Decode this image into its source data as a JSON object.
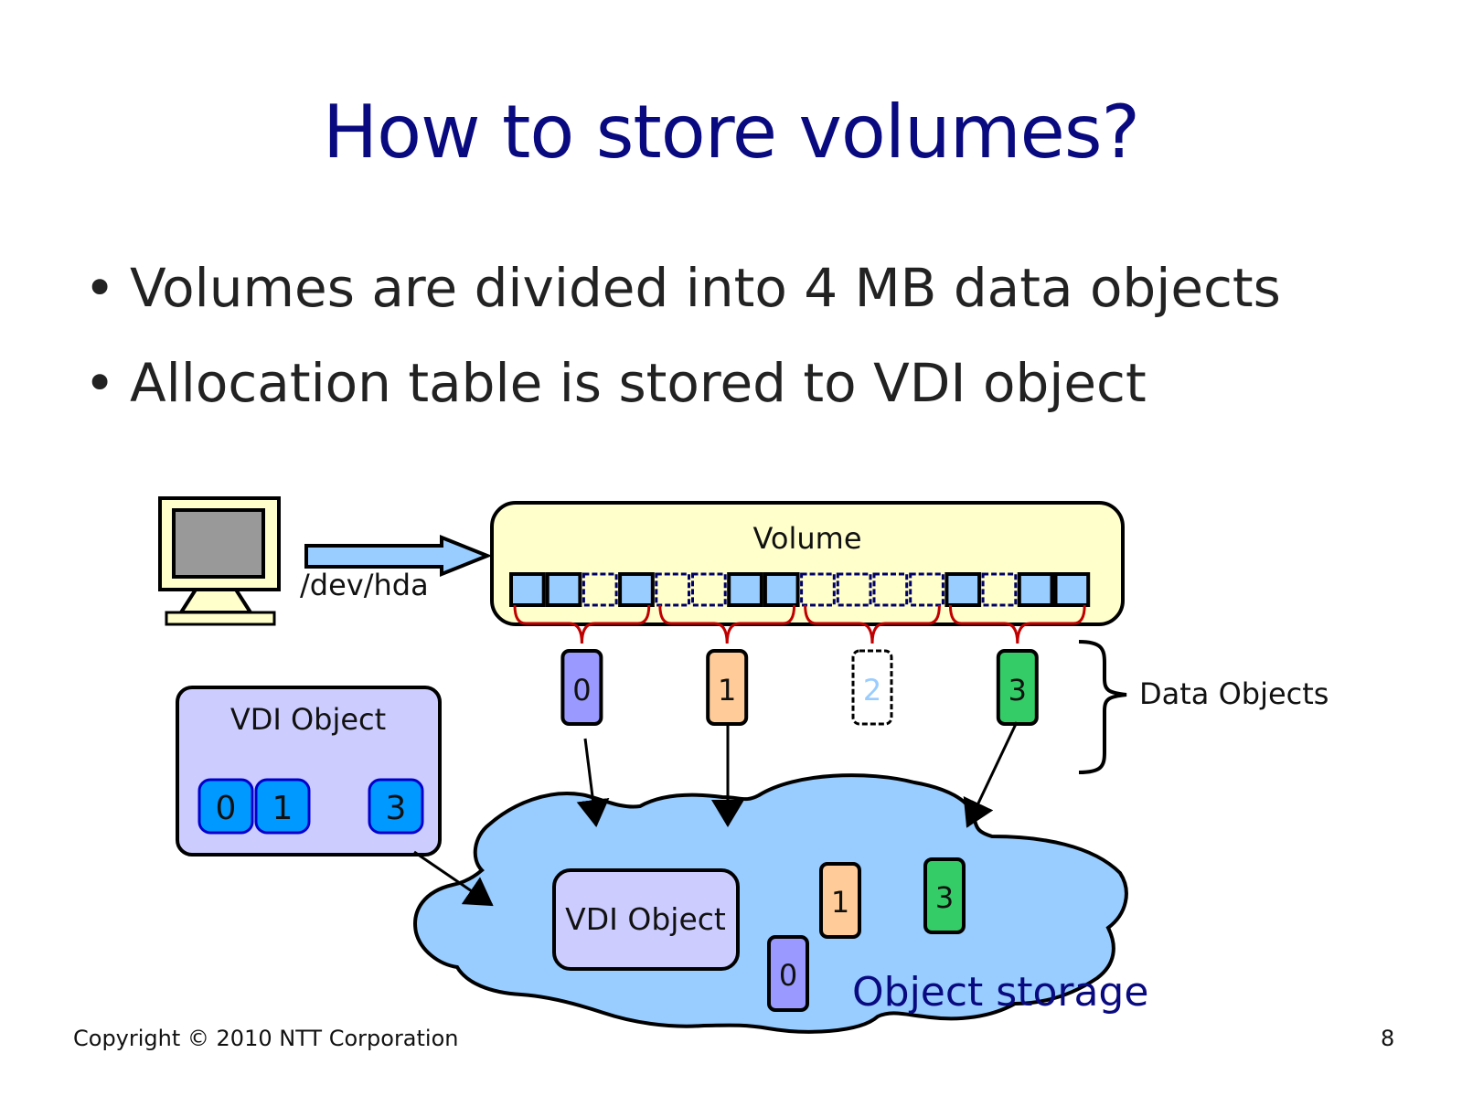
{
  "slide": {
    "title": "How to store volumes?",
    "bullets": [
      "Volumes are divided into 4 MB data objects",
      "Allocation table is stored to VDI object"
    ],
    "footer": {
      "copyright": "Copyright © 2010 NTT Corporation",
      "page_number": "8"
    }
  },
  "diagram": {
    "device_label": "/dev/hda",
    "volume_label": "Volume",
    "volume_blocks_allocated": [
      1,
      1,
      0,
      1,
      0,
      0,
      1,
      1,
      0,
      0,
      0,
      0,
      1,
      0,
      1,
      1
    ],
    "blocks_per_object": 4,
    "data_objects": [
      {
        "id": "0",
        "allocated": true,
        "color": "#9999ff"
      },
      {
        "id": "1",
        "allocated": true,
        "color": "#ffcc99"
      },
      {
        "id": "2",
        "allocated": false,
        "color": "#ffffff"
      },
      {
        "id": "3",
        "allocated": true,
        "color": "#33cc66"
      }
    ],
    "data_objects_label": "Data Objects",
    "vdi_object": {
      "label": "VDI Object",
      "entries": [
        "0",
        "1",
        "3"
      ]
    },
    "storage": {
      "label": "Object storage",
      "vdi_label": "VDI Object",
      "stored_objects": [
        "1",
        "3",
        "0"
      ]
    },
    "colors": {
      "title": "#0a0a80",
      "monitor_body": "#ffffcc",
      "screen": "#999999",
      "arrow_fill": "#99ccff",
      "volume_bg": "#ffffcc",
      "block_fill": "#99ccff",
      "brace_red": "#c00000",
      "vdi_bg": "#ccccff",
      "vdi_entry": "#0099ff",
      "vdi_entry_border": "#0000cc",
      "cloud": "#99ccff",
      "storage_text": "#0a0a80",
      "unallocated_text": "#99ccff"
    }
  }
}
